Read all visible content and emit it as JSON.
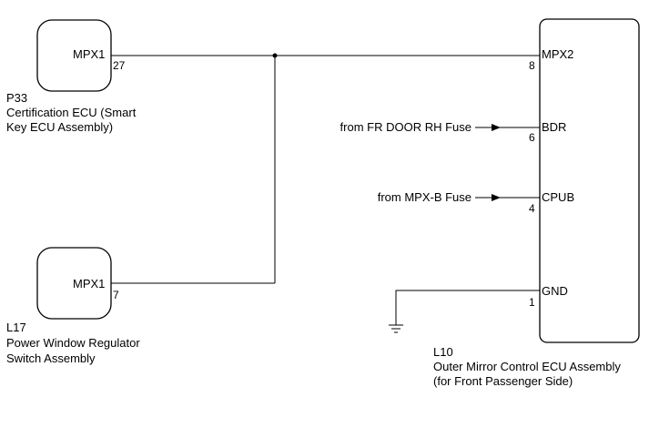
{
  "components": {
    "p33": {
      "code": "P33",
      "name_line1": "Certification ECU (Smart",
      "name_line2": "Key ECU Assembly)",
      "terminal": "MPX1",
      "pin": "27"
    },
    "l17": {
      "code": "L17",
      "name_line1": "Power Window Regulator",
      "name_line2": "Switch Assembly",
      "terminal": "MPX1",
      "pin": "7"
    },
    "l10": {
      "code": "L10",
      "name_line1": "Outer Mirror Control ECU Assembly",
      "name_line2": "(for Front Passenger Side)",
      "terminals": [
        {
          "name": "MPX2",
          "pin": "8"
        },
        {
          "name": "BDR",
          "pin": "6"
        },
        {
          "name": "CPUB",
          "pin": "4"
        },
        {
          "name": "GND",
          "pin": "1"
        }
      ]
    }
  },
  "sources": {
    "fr_door_rh": "from FR DOOR RH Fuse",
    "mpx_b": "from MPX-B Fuse"
  }
}
